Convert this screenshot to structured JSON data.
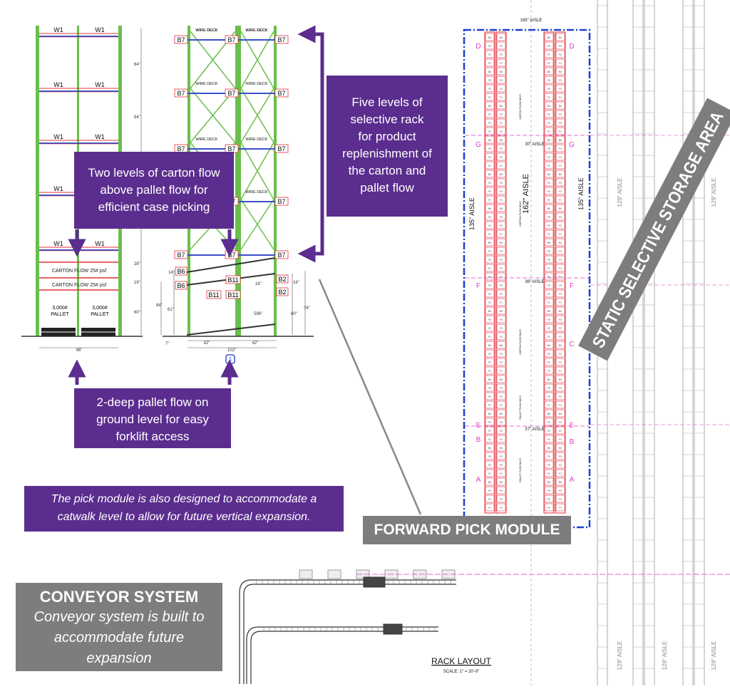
{
  "callouts": {
    "carton_flow": {
      "lines": [
        "Two levels of carton flow",
        "above pallet flow for",
        "efficient case picking"
      ]
    },
    "selective_rack": {
      "lines": [
        "Five levels of",
        "selective rack",
        "for product",
        "replenishment of",
        "the carton and",
        "pallet flow"
      ]
    },
    "pallet_flow": {
      "lines": [
        "2-deep pallet flow on",
        "ground level for easy",
        "forklift access"
      ]
    },
    "catwalk_note": {
      "lines": [
        "The pick module is also designed to accommodate a",
        "catwalk level to allow for future vertical expansion."
      ]
    }
  },
  "labels": {
    "forward_pick_module": "FORWARD PICK MODULE",
    "static_storage": "STATIC SELECTIVE STORAGE AREA",
    "conveyor_title": "CONVEYOR SYSTEM",
    "conveyor_lines": [
      "Conveyor system is built to",
      "accommodate future",
      "expansion"
    ],
    "rack_layout": "RACK LAYOUT",
    "rack_scale": "SCALE: 1\" = 20'-0\""
  },
  "left_elevation": {
    "beam_label": "W1",
    "carton_flow_label": "CARTON FLOW 25# psf",
    "pallet_lines": [
      "3,000#",
      "PALLET"
    ],
    "dims": {
      "level": "64\"",
      "flow_a": "28\"",
      "flow_b": "16\"",
      "ground": "60\"",
      "width": "96\""
    }
  },
  "right_elevation": {
    "beam_label": "B7",
    "deck_label": "WIRE DECK",
    "flow_labels": [
      "B6",
      "B11",
      "B2"
    ],
    "dims": {
      "bay": "42\"",
      "total": "102\"",
      "h1": "16\"",
      "h2": "61\"",
      "h3": "84\"",
      "h4": "76\"",
      "h5": "60\"",
      "h6": "14\"",
      "h7": "7\"",
      "mid": "16\"",
      "low": "596\""
    },
    "marker": "1"
  },
  "plan": {
    "aisles": {
      "left": "135\" AISLE",
      "center": "162\" AISLE",
      "right": "135\" AISLE",
      "top": "165\" AISLE",
      "storage": "129\" AISLE"
    },
    "cross_aisles": [
      "30\" AISLE",
      "36\" AISLE",
      "37\" AISLE"
    ],
    "grid_letters_left": [
      "D",
      "G",
      "F",
      "B",
      "E",
      "A"
    ],
    "grid_letters_right": [
      "D",
      "G",
      "F",
      "C",
      "E",
      "B",
      "A"
    ],
    "rack_bay_labels": [
      "B4",
      "F3",
      "F2",
      "F1"
    ],
    "small_text": {
      "carton_flow_bays": "CARTON FLOW BAYS",
      "pallet_flow_bays": "PALLET FLOW BAYS"
    }
  },
  "colors": {
    "purple": "#5b2d8e",
    "grey": "#7d7d7d",
    "upright_green": "#6abf4b",
    "beam_red": "#e0303a",
    "beam_blue": "#3a4fc8",
    "module_blue": "#1d3fd0",
    "grid_magenta": "#e040c0"
  }
}
